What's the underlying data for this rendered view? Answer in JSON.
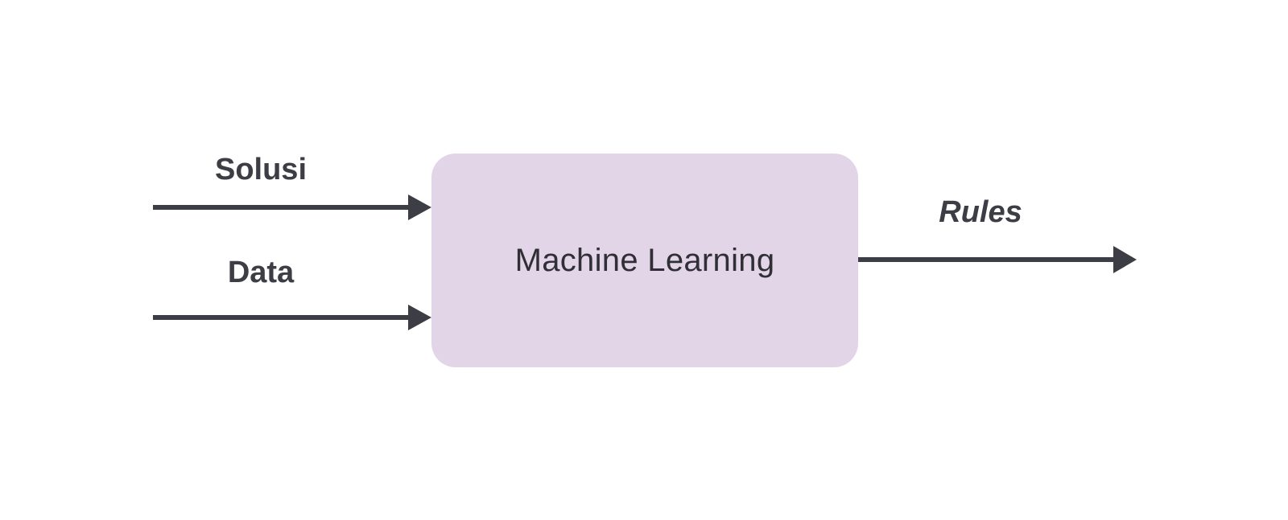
{
  "diagram": {
    "process": {
      "label": "Machine Learning",
      "fill": "#e2d5e7"
    },
    "inputs": [
      {
        "label": "Solusi"
      },
      {
        "label": "Data"
      }
    ],
    "output": {
      "label": "Rules"
    },
    "arrow_color": "#3d3d45"
  }
}
